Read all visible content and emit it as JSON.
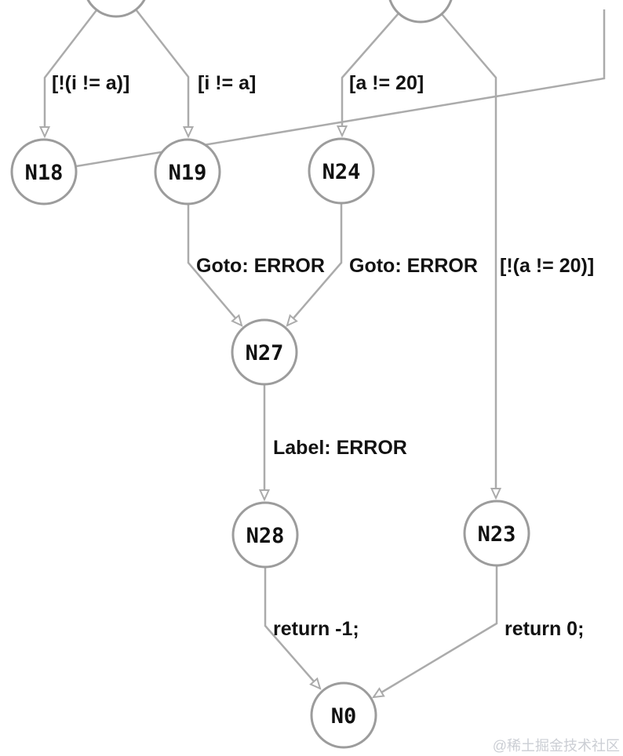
{
  "diagram": {
    "kind": "control-flow-graph",
    "nodes": [
      {
        "id": "N18",
        "label": "N18"
      },
      {
        "id": "N19",
        "label": "N19"
      },
      {
        "id": "N24",
        "label": "N24"
      },
      {
        "id": "N27",
        "label": "N27"
      },
      {
        "id": "N28",
        "label": "N28"
      },
      {
        "id": "N23",
        "label": "N23"
      },
      {
        "id": "N0",
        "label": "N0"
      }
    ],
    "partial_nodes": [
      {
        "id": "top-left-node",
        "note": "circle cut off at top edge, no visible label"
      },
      {
        "id": "top-right-node",
        "note": "circle cut off at top edge, no visible label"
      }
    ],
    "edges": [
      {
        "from": "top-left-node",
        "to": "N18",
        "label": "[!(i != a)]"
      },
      {
        "from": "top-left-node",
        "to": "N19",
        "label": "[i != a]"
      },
      {
        "from": "top-right-node",
        "to": "N24",
        "label": "[a != 20]"
      },
      {
        "from": "top-right-node",
        "to": "N23",
        "label": "[!(a != 20)]"
      },
      {
        "from": "N18",
        "to": "off-screen-top-right",
        "label": ""
      },
      {
        "from": "N19",
        "to": "N27",
        "label": "Goto: ERROR"
      },
      {
        "from": "N24",
        "to": "N27",
        "label": "Goto: ERROR"
      },
      {
        "from": "N27",
        "to": "N28",
        "label": "Label: ERROR"
      },
      {
        "from": "N28",
        "to": "N0",
        "label": "return -1;"
      },
      {
        "from": "N23",
        "to": "N0",
        "label": "return 0;"
      }
    ]
  },
  "colors": {
    "edge": "#ababab",
    "node_stroke": "#9c9c9c",
    "label_text": "#121212",
    "watermark": "#cbced4",
    "background": "#ffffff"
  },
  "watermark": "@稀土掘金技术社区"
}
